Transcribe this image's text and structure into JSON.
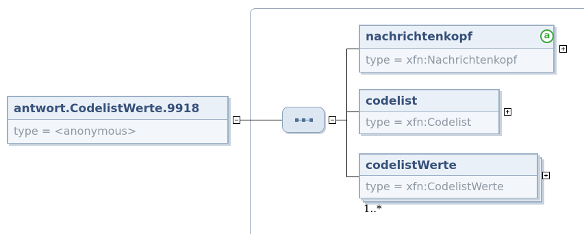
{
  "root": {
    "name": "antwort.CodelistWerte.9918",
    "type": "type = <anonymous>"
  },
  "compositor": {
    "kind": "sequence",
    "icon": "sequence-icon"
  },
  "children": [
    {
      "name": "nachrichtenkopf",
      "type": "type = xfn:Nachrichtenkopf",
      "annotation_badge": "a"
    },
    {
      "name": "codelist",
      "type": "type = xfn:Codelist"
    },
    {
      "name": "codelistWerte",
      "type": "type = xfn:CodelistWerte",
      "occurrence": "1..*"
    }
  ]
}
